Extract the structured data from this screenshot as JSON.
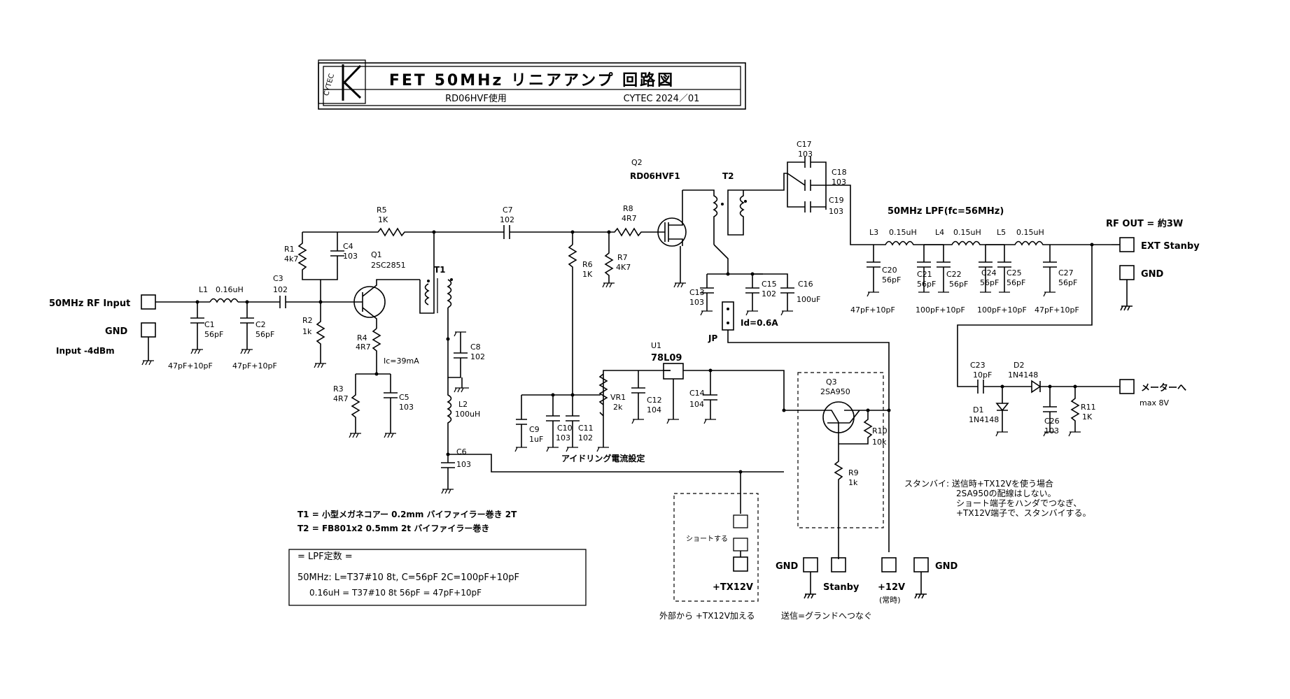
{
  "title": {
    "logo_text": "CYTEC",
    "main": "FET 50MHz リニアアンプ 回路図",
    "subtitle_left": "RD06HVF使用",
    "subtitle_right": "CYTEC 2024／01"
  },
  "ports": {
    "rf_input": "50MHz RF Input",
    "gnd_in": "GND",
    "input_level": "Input -4dBm",
    "rf_out": "RF OUT = 約3W",
    "ext_stanby": "EXT Stanby",
    "gnd_out": "GND",
    "meter": "メーターへ",
    "meter_max": "max 8V",
    "gnd_a": "GND",
    "stanby": "Stanby",
    "v12": "+12V",
    "v12_note": "(常時)",
    "gnd_b": "GND",
    "tx12": "+TX12V",
    "short_label": "ショートする",
    "tx12_note": "外部から +TX12V加える",
    "stanby_note": "送信=グランドへつなぐ"
  },
  "components": {
    "L1": "L1",
    "L1v": "0.16uH",
    "C1": "C1",
    "C1v": "56pF",
    "C2": "C2",
    "C2v": "56pF",
    "C12pair": "47pF+10pF",
    "C2pair": "47pF+10pF",
    "C3": "C3",
    "C3v": "102",
    "R1": "R1",
    "R1v": "4k7",
    "C4": "C4",
    "C4v": "103",
    "R2": "R2",
    "R2v": "1k",
    "R5": "R5",
    "R5v": "1K",
    "Q1": "Q1",
    "Q1v": "2SC2851",
    "R4": "R4",
    "R4v": "4R7",
    "ic": "Ic=39mA",
    "R3": "R3",
    "R3v": "4R7",
    "C5": "C5",
    "C5v": "103",
    "T1": "T1",
    "C8": "C8",
    "C8v": "102",
    "L2": "L2",
    "L2v": "100uH",
    "C6": "C6",
    "C6v": "103",
    "C7": "C7",
    "C7v": "102",
    "R6": "R6",
    "R6v": "1K",
    "R8": "R8",
    "R8v": "4R7",
    "R7": "R7",
    "R7v": "4K7",
    "Q2": "Q2",
    "Q2v": "RD06HVF1",
    "T2": "T2",
    "C13": "C13",
    "C13v": "103",
    "C15": "C15",
    "C15v": "102",
    "C16": "C16",
    "C16v": "100uF",
    "JP": "JP",
    "id": "Id=0.6A",
    "C17": "C17",
    "C17v": "103",
    "C18": "C18",
    "C18v": "103",
    "C19": "C19",
    "C19v": "103",
    "lpf": "50MHz LPF(fc=56MHz)",
    "L3": "L3",
    "L3v": "0.15uH",
    "L4": "L4",
    "L4v": "0.15uH",
    "L5": "L5",
    "L5v": "0.15uH",
    "C20": "C20",
    "C20v": "56pF",
    "C21": "C21",
    "C21v": "56pF",
    "C22": "C22",
    "C22v": "56pF",
    "C24": "C24",
    "C24v": "56pF",
    "C25": "C25",
    "C25v": "56pF",
    "C27": "C27",
    "C27v": "56pF",
    "p1": "47pF+10pF",
    "p2": "100pF+10pF",
    "p3": "100pF+10pF",
    "p4": "47pF+10pF",
    "U1": "U1",
    "U1v": "78L09",
    "VR1": "VR1",
    "VR1v": "2k",
    "C9": "C9",
    "C9v": "1uF",
    "C10": "C10",
    "C10v": "103",
    "C11": "C11",
    "C11v": "102",
    "C12": "C12",
    "C12v": "104",
    "C14": "C14",
    "C14v": "104",
    "idle": "アイドリング電流設定",
    "Q3": "Q3",
    "Q3v": "2SA950",
    "R10": "R10",
    "R10v": "10k",
    "R9": "R9",
    "R9v": "1k",
    "C23": "C23",
    "C23v": "10pF",
    "D2": "D2",
    "D2v": "1N4148",
    "D1": "D1",
    "D1v": "1N4148",
    "C26": "C26",
    "C26v": "103",
    "R11": "R11",
    "R11v": "1K"
  },
  "notes": {
    "t1": "T1 = 小型メガネコアー 0.2mm バイファイラー巻き 2T",
    "t2": "T2 = FB801x2 0.5mm 2t バイファイラー巻き",
    "standby": [
      "スタンバイ: 送信時+TX12Vを使う場合",
      "2SA950の配線はしない。",
      "ショート端子をハンダでつなぎ、",
      "+TX12V端子で、スタンバイする。"
    ]
  },
  "lpf_box": {
    "title": "= LPF定数 =",
    "line1": "50MHz: L=T37#10 8t, C=56pF 2C=100pF+10pF",
    "line2": "0.16uH = T37#10 8t 56pF = 47pF+10pF"
  }
}
